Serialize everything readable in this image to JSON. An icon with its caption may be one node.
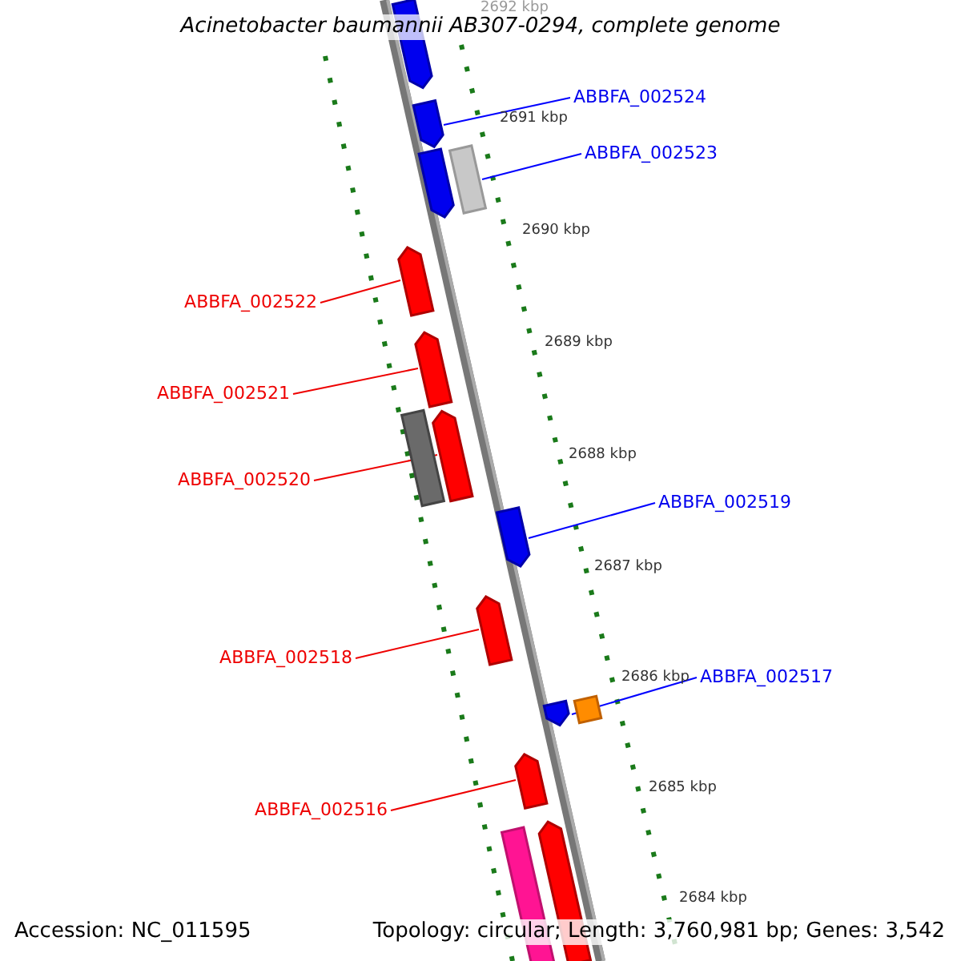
{
  "diagram": {
    "title": "Acinetobacter baumannii AB307-0294, complete genome",
    "nodes": [
      {
        "text": [
          "ABBFA_002524"
        ]
      },
      {
        "text": [],
        "shape": "arrow"
      },
      {
        "text": [
          "ABBFA_002523"
        ]
      },
      {
        "text": [],
        "shape": "box"
      },
      {
        "text": [
          "ABBFA_002522"
        ]
      },
      {
        "text": [],
        "shape": "arrow"
      },
      {
        "text": [
          "ABBFA_002521"
        ]
      },
      {
        "text": [],
        "shape": "arrow"
      },
      {
        "text": [
          "ABBFA_002520"
        ]
      },
      {
        "text": [],
        "shape": "arrow"
      },
      {
        "text": [
          "ABBFA_002519"
        ]
      },
      {
        "text": [],
        "shape": "arrow"
      },
      {
        "text": [
          "ABBFA_002518"
        ]
      },
      {
        "text": [],
        "shape": "arrow"
      },
      {
        "text": [
          "ABBFA_002517"
        ]
      },
      {
        "text": [],
        "shape": "arrow"
      },
      {
        "text": [
          "ABBFA_002516"
        ]
      },
      {
        "text": [],
        "shape": "arrow"
      },
      {
        "text": [],
        "shape": "arrow"
      },
      {
        "text": [],
        "shape": "arrow"
      },
      {
        "text": [],
        "shape": "box"
      },
      {
        "text": [],
        "shape": "box"
      },
      {
        "text": [],
        "shape": "box"
      },
      {
        "text": [],
        "shape": "arrow"
      }
    ],
    "edges": [
      {
        "from": 0,
        "to": 1,
        "arrow": "none",
        "color": "#0000ff"
      },
      {
        "from": 2,
        "to": 3,
        "arrow": "none",
        "color": "#0000ff"
      },
      {
        "from": 4,
        "to": 5,
        "arrow": "none"
      },
      {
        "from": 6,
        "to": 7,
        "arrow": "none"
      },
      {
        "from": 8,
        "to": 9,
        "arrow": "none"
      },
      {
        "from": 10,
        "to": 11,
        "arrow": "none",
        "color": "#0000ff"
      },
      {
        "from": 12,
        "to": 13,
        "arrow": "none"
      },
      {
        "from": 14,
        "to": 15,
        "arrow": "none",
        "color": "#0000ff"
      },
      {
        "from": 16,
        "to": 17,
        "arrow": "none"
      }
    ],
    "labels": [
      "2692 kbp",
      "2691 kbp",
      "2690 kbp",
      "2689 kbp",
      "2688 kbp",
      "2687 kbp",
      "2686 kbp",
      "2685 kbp",
      "2684 kbp",
      "Accession: NC_011595",
      "Topology: circular; Length: 3,760,981 bp; Genes: 3,542"
    ]
  }
}
